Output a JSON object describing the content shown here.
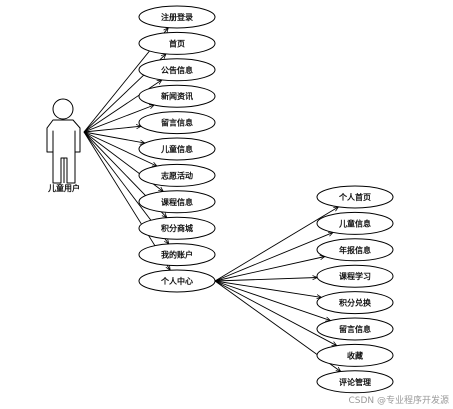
{
  "actor": {
    "label": "儿童用户"
  },
  "use_cases": [
    "注册登录",
    "首页",
    "公告信息",
    "新闻资讯",
    "留言信息",
    "儿童信息",
    "志愿活动",
    "课程信息",
    "积分商城",
    "我的账户",
    "个人中心"
  ],
  "sub_use_cases": [
    "个人首页",
    "儿童信息",
    "年报信息",
    "课程学习",
    "积分兑换",
    "留言信息",
    "收藏",
    "评论管理"
  ],
  "colors": {
    "stroke": "#000000",
    "ellipse_fill": "#ffffff",
    "actor_fill": "#ffffff",
    "watermark": "#9a9a9a"
  },
  "watermark": "CSDN @专业程序开发源"
}
